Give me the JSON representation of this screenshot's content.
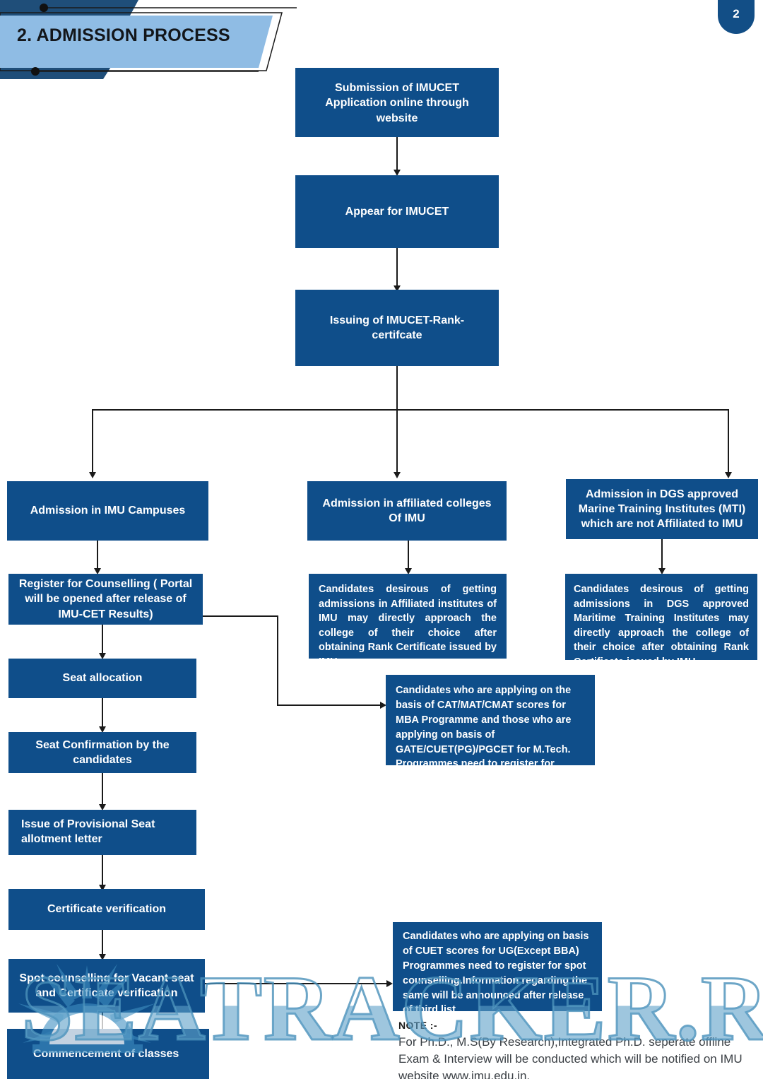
{
  "page": {
    "number": "2",
    "title": "2. ADMISSION PROCESS",
    "accent_dark": "#0f4e8a",
    "accent_light": "#8fbce4",
    "accent_header_bar": "#1f4e79",
    "watermark": "SEATRACKER.RU"
  },
  "nodes": {
    "submission": {
      "label": "Submission of IMUCET Application online through website"
    },
    "appear": {
      "label": "Appear for IMUCET"
    },
    "issuing": {
      "label": "Issuing of IMUCET-Rank-certifcate"
    },
    "branch_campuses": {
      "label": "Admission in IMU Campuses"
    },
    "branch_affiliated": {
      "label": "Admission in affiliated colleges Of IMU"
    },
    "branch_dgs": {
      "label": "Admission in DGS approved Marine Training Institutes (MTI) which are not Affiliated to IMU"
    },
    "register": {
      "label": "Register for Counselling ( Portal will be opened after release of IMU-CET Results)"
    },
    "seat_allocation": {
      "label": "Seat allocation"
    },
    "seat_confirmation": {
      "label": "Seat Confirmation by the candidates"
    },
    "provisional_letter": {
      "label": "Issue of Provisional Seat allotment letter"
    },
    "certificate_verif": {
      "label": "Certificate verification"
    },
    "spot_counselling": {
      "label": "Spot counselling for Vacant seat and Certificate verification"
    },
    "commencement": {
      "label": "Commencement of classes"
    },
    "affiliated_detail": {
      "label": "Candidates desirous of getting admissions in Affiliated institutes of IMU may directly approach the college of their choice after obtaining Rank Certificate issued by IMU"
    },
    "dgs_detail": {
      "label": "Candidates desirous of getting admissions in DGS approved Maritime Training Institutes may directly approach the college of their choice after obtaining Rank Certificate issued by IMU"
    },
    "pg_scores_note": {
      "label": "Candidates who are applying on the basis of CAT/MAT/CMAT scores for MBA Programme and those who are applying on basis of GATE/CUET(PG)/PGCET for M.Tech. Programmes need to register for Counselling"
    },
    "ug_cuet_note": {
      "label": "Candidates who are applying on basis of CUET scores for UG(Except BBA) Programmes need to register for spot counselling.Information regarding the same will be announced after release of third list"
    }
  },
  "note": {
    "title": "NOTE :-",
    "body": "For Ph.D., M.S(By Research),Integrated Ph.D. seperate offline Exam & Interview will be conducted which will be notified on IMU website www.imu.edu.in."
  }
}
